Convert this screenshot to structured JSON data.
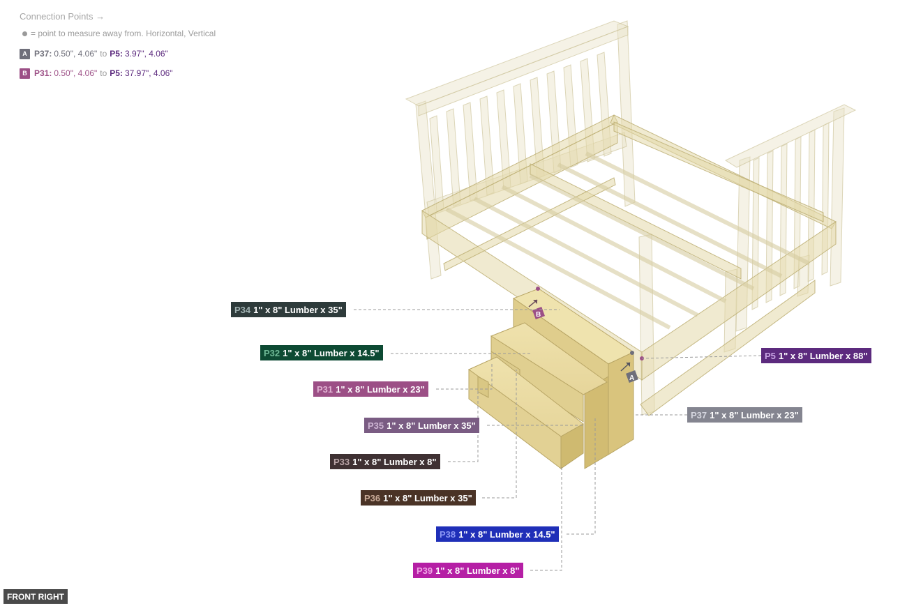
{
  "legend": {
    "title": "Connection Points →",
    "note": "= point to measure away from. Horizontal, Vertical",
    "connections": [
      {
        "badge": "A",
        "badge_color": "#6f6f7a",
        "from_part": "P37:",
        "from_coords": "0.50\", 4.06\"",
        "from_color": "#6f6f7a",
        "to": "to",
        "to_part": "P5:",
        "to_coords": "3.97\", 4.06\"",
        "to_color": "#5c2a7e"
      },
      {
        "badge": "B",
        "badge_color": "#9c4f86",
        "from_part": "P31:",
        "from_coords": "0.50\", 4.06\"",
        "from_color": "#9c4f86",
        "to": "to",
        "to_part": "P5:",
        "to_coords": "37.97\", 4.06\"",
        "to_color": "#5c2a7e"
      }
    ]
  },
  "parts": [
    {
      "id": "P34",
      "desc": "1\" x 8\" Lumber x 35\"",
      "color": "#2e3b3b",
      "id_color": "#9fb0b0"
    },
    {
      "id": "P32",
      "desc": "1\" x 8\" Lumber x 14.5\"",
      "color": "#0d4a33",
      "id_color": "#6fb996"
    },
    {
      "id": "P31",
      "desc": "1\" x 8\" Lumber x 23\"",
      "color": "#9c4f86",
      "id_color": "#e0b2d2"
    },
    {
      "id": "P35",
      "desc": "1\" x 8\" Lumber x 35\"",
      "color": "#7a5c83",
      "id_color": "#cdb5d3"
    },
    {
      "id": "P33",
      "desc": "1\" x 8\" Lumber x 8\"",
      "color": "#3f3133",
      "id_color": "#b9a4a7"
    },
    {
      "id": "P36",
      "desc": "1\" x 8\" Lumber x 35\"",
      "color": "#4a3326",
      "id_color": "#c9ab98"
    },
    {
      "id": "P38",
      "desc": "1\" x 8\" Lumber x 14.5\"",
      "color": "#1f2fb8",
      "id_color": "#8c97f3"
    },
    {
      "id": "P39",
      "desc": "1\" x 8\" Lumber x 8\"",
      "color": "#b51fa5",
      "id_color": "#f0a4e6"
    },
    {
      "id": "P5",
      "desc": "1\" x 8\" Lumber x 88\"",
      "color": "#5c2a7e",
      "id_color": "#c8a4e3"
    },
    {
      "id": "P37",
      "desc": "1\" x 8\" Lumber x 23\"",
      "color": "#848590",
      "id_color": "#d6d7e0"
    }
  ],
  "markers": {
    "a": "A",
    "b": "B"
  },
  "view_label": "FRONT RIGHT"
}
